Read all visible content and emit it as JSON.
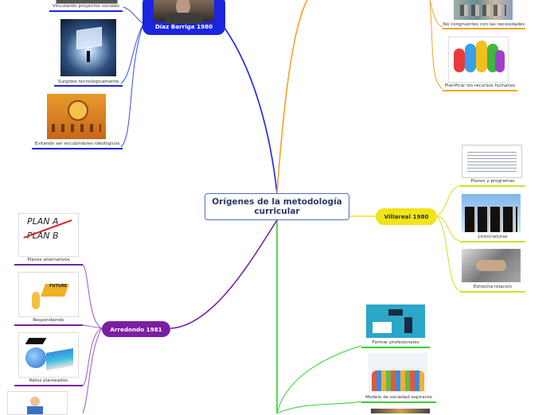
{
  "central": {
    "title": "Orígenes de la metodología curricular"
  },
  "branches": {
    "diaz": {
      "label": "Díaz Barriga 1980",
      "color": "#1a25e0"
    },
    "villareal": {
      "label": "Villareal 1980",
      "color": "#f2e31a"
    },
    "arredondo": {
      "label": "Arredondo 1981",
      "color": "#7a1fa3"
    }
  },
  "topics": {
    "vinculando": "Vinculando proyectos sociales",
    "surgidos": "Surgidos tecnológicamente",
    "evitando": "Evitando ser encubridores ideológicos",
    "no_congruentes": "No congruentes con las necesidades",
    "planificar": "Planificar los recursos humanos",
    "planes_programas": "Planes y programas",
    "licenciaturas": "Licenciaturas",
    "estrecha": "Estrecha relación",
    "formar": "Formar profesionales",
    "modelo": "Modelo de sociedad aspirante",
    "planes_alt": "Planes alternativos",
    "respondiendo": "Respondiendo",
    "retos": "Retos planteados"
  },
  "colors": {
    "blue": "#1a25e0",
    "orange": "#f5a12a",
    "yellow": "#f2e31a",
    "purple": "#7a1fa3",
    "green": "#33cc33"
  }
}
